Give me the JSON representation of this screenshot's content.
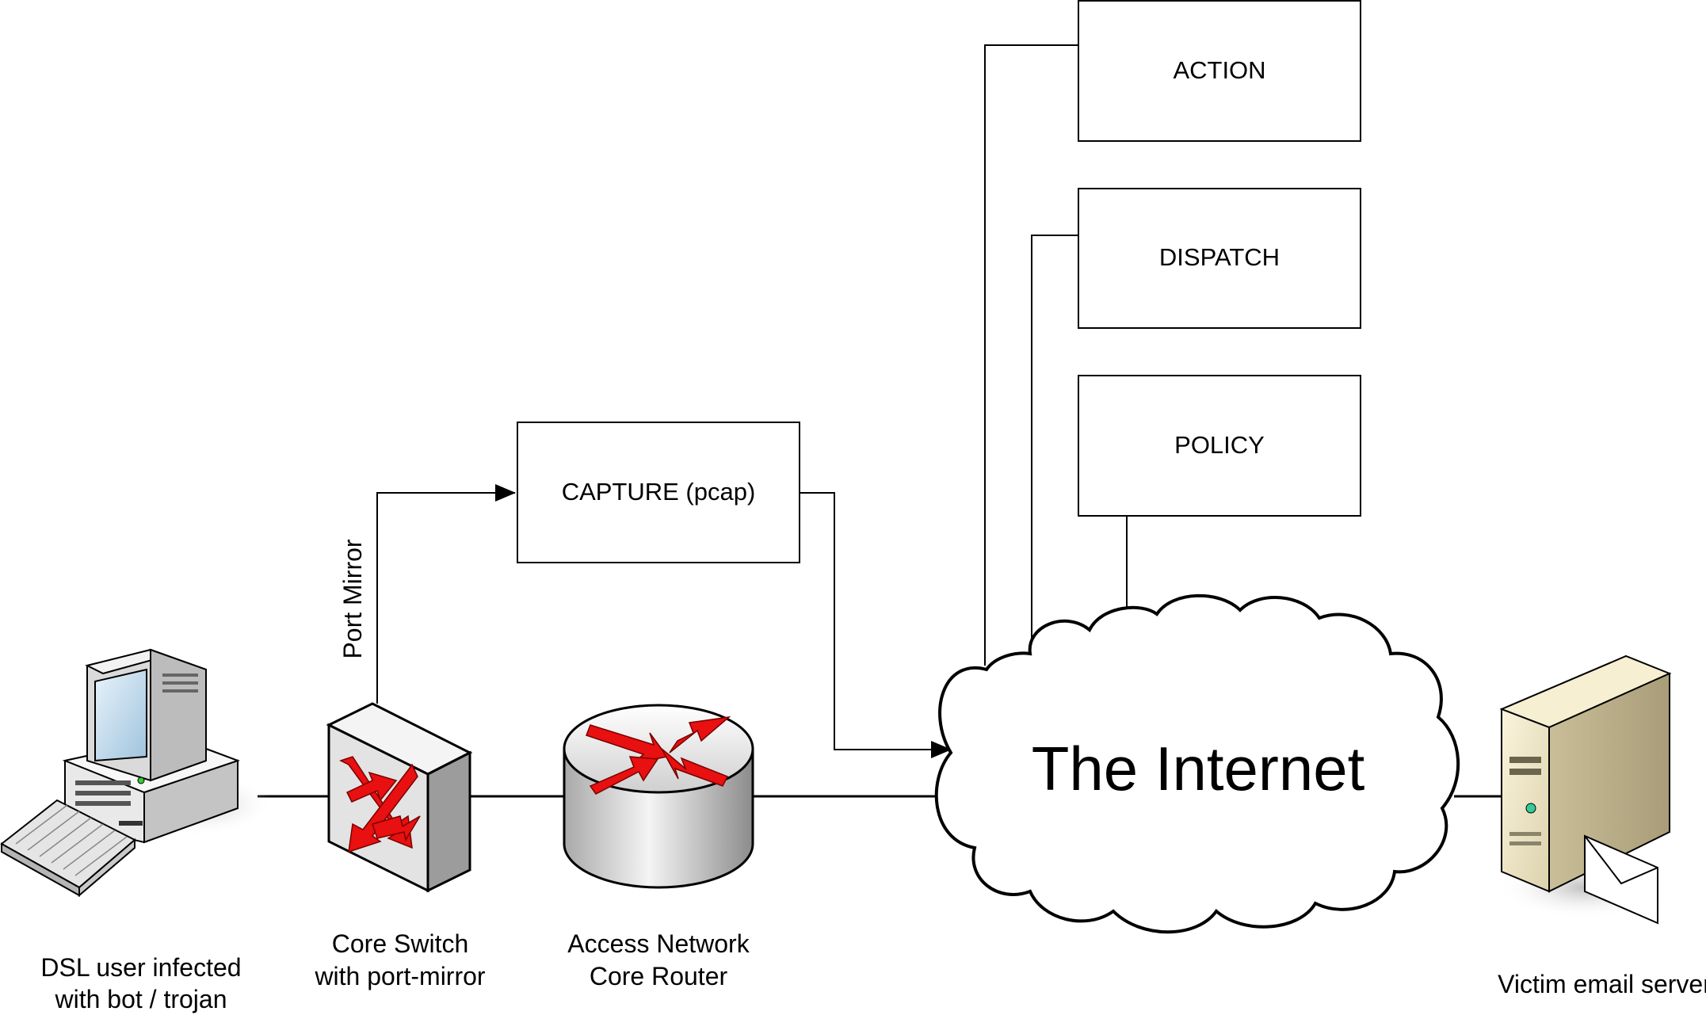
{
  "boxes": {
    "action": "ACTION",
    "dispatch": "DISPATCH",
    "policy": "POLICY",
    "capture": "CAPTURE (pcap)"
  },
  "cloud": {
    "label": "The Internet"
  },
  "edge_labels": {
    "port_mirror": "Port Mirror"
  },
  "devices": {
    "dsl_user": {
      "line1": "DSL user infected",
      "line2": "with bot / trojan"
    },
    "core_switch": {
      "line1": "Core Switch",
      "line2": "with port-mirror"
    },
    "core_router": {
      "line1": "Access Network",
      "line2": "Core Router"
    },
    "email_server": {
      "line1": "Victim email server"
    }
  },
  "colors": {
    "arrow_red": "#e81010",
    "line": "#000000"
  }
}
